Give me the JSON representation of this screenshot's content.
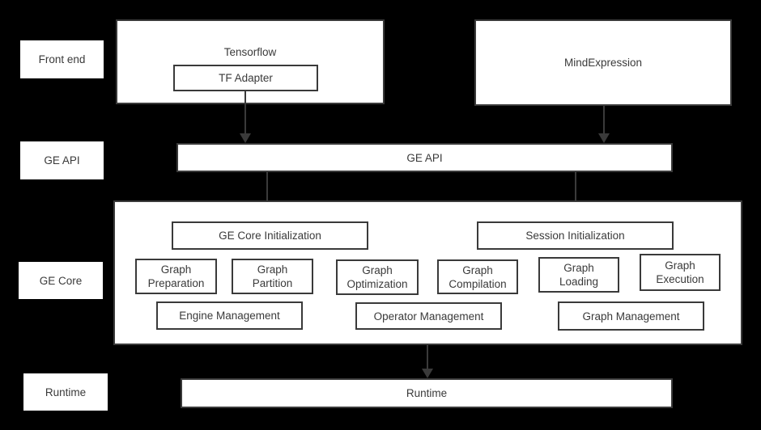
{
  "colors": {
    "background": "#000000",
    "box_fill": "#ffffff",
    "line_and_text": "#3a3a3a"
  },
  "row_labels": [
    {
      "label": "Front end"
    },
    {
      "label": "GE API"
    },
    {
      "label": "GE Core"
    },
    {
      "label": "Runtime"
    }
  ],
  "frontend": {
    "tensorflow_label": "Tensorflow",
    "tf_adapter_label": "TF Adapter",
    "mindexpression_label": "MindExpression"
  },
  "ge_api": {
    "bar_label": "GE API"
  },
  "ge_core": {
    "init_boxes": [
      {
        "label": "GE Core Initialization"
      },
      {
        "label": "Session Initialization"
      }
    ],
    "stage_boxes": [
      {
        "label": "Graph\nPreparation"
      },
      {
        "label": "Graph\nPartition"
      },
      {
        "label": "Graph\nOptimization"
      },
      {
        "label": "Graph\nCompilation"
      },
      {
        "label": "Graph\nLoading"
      },
      {
        "label": "Graph\nExecution"
      }
    ],
    "management_boxes": [
      {
        "label": "Engine Management"
      },
      {
        "label": "Operator Management"
      },
      {
        "label": "Graph Management"
      }
    ]
  },
  "runtime": {
    "bar_label": "Runtime"
  }
}
